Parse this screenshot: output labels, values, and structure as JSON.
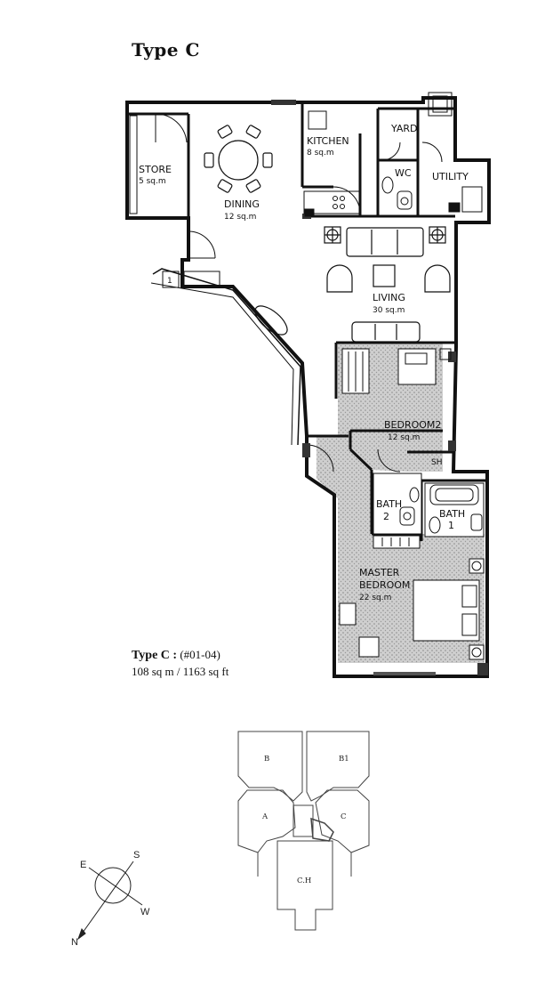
{
  "page": {
    "title": "Type C"
  },
  "rooms": {
    "store": {
      "name": "STORE",
      "area": "5 sq.m"
    },
    "dining": {
      "name": "DINING",
      "area": "12 sq.m"
    },
    "kitchen": {
      "name": "KITCHEN",
      "area": "8 sq.m"
    },
    "yard": {
      "name": "YARD"
    },
    "wc": {
      "name": "WC"
    },
    "utility": {
      "name": "UTILITY"
    },
    "living": {
      "name": "LIVING",
      "area": "30 sq.m"
    },
    "bedroom2": {
      "name": "BEDROOM2",
      "area": "12 sq.m"
    },
    "sh": {
      "name": "SH"
    },
    "bath2": {
      "name": "BATH",
      "num": "2"
    },
    "bath1": {
      "name": "BATH",
      "num": "1"
    },
    "master": {
      "name_line1": "MASTER",
      "name_line2": "BEDROOM",
      "area": "22 sq.m"
    },
    "storage_mark": "1"
  },
  "unit": {
    "type_label": "Type C :",
    "unit_numbers": "(#01-04)",
    "size": "108 sq m / 1163 sq ft"
  },
  "key_plan": {
    "blocks": {
      "b": "B",
      "b1": "B1",
      "a": "A",
      "c": "C",
      "ch": "C.H"
    }
  },
  "compass": {
    "n": "N",
    "s": "S",
    "e": "E",
    "w": "W"
  }
}
